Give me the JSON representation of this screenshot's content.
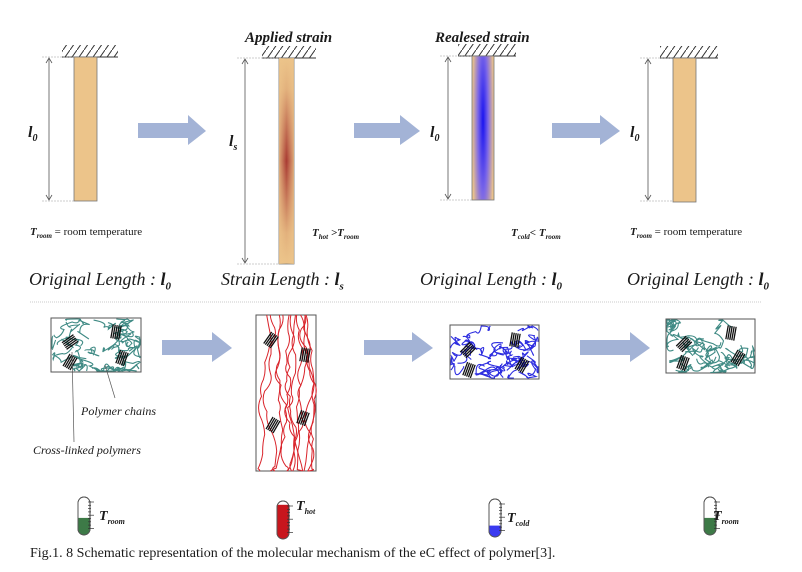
{
  "top_row": {
    "titles": {
      "applied": "Applied strain",
      "released": "Realesed strain"
    },
    "dimension_labels": [
      {
        "main": "l",
        "sub": "0"
      },
      {
        "main": "l",
        "sub": "s"
      },
      {
        "main": "l",
        "sub": "0"
      },
      {
        "main": "l",
        "sub": "0"
      }
    ],
    "temperature_notes": [
      {
        "lhs": "T",
        "lhs_sub": "room",
        "op": " = ",
        "rhs": "room temperature",
        "rhs_sub": ""
      },
      {
        "lhs": "T",
        "lhs_sub": "hot",
        "op": " >",
        "rhs": "T",
        "rhs_sub": "room"
      },
      {
        "lhs": "T",
        "lhs_sub": "cold",
        "op": "< ",
        "rhs": "T",
        "rhs_sub": "room"
      },
      {
        "lhs": "T",
        "lhs_sub": "room",
        "op": " = ",
        "rhs": "room temperature",
        "rhs_sub": ""
      }
    ],
    "length_labels": [
      {
        "text": "Original Length : ",
        "sym": "l",
        "sub": "0"
      },
      {
        "text": "Strain Length : ",
        "sym": "l",
        "sub": "s"
      },
      {
        "text": "Original Length : ",
        "sym": "l",
        "sub": "0"
      },
      {
        "text": "Original Length : ",
        "sym": "l",
        "sub": "0"
      }
    ]
  },
  "bottom_row": {
    "annotations": {
      "polymer_chains": "Polymer chains",
      "cross_linked": "Cross-linked polymers"
    },
    "thermometers": [
      {
        "label": "T",
        "sub": "room",
        "level": 0.45,
        "color": "#3d7a47"
      },
      {
        "label": "T",
        "sub": "hot",
        "level": 0.9,
        "color": "#c8161d"
      },
      {
        "label": "T",
        "sub": "cold",
        "level": 0.3,
        "color": "#3a3af0"
      },
      {
        "label": "T",
        "sub": "room",
        "level": 0.45,
        "color": "#3d7a47"
      }
    ]
  },
  "colors": {
    "bar_fill": "#ecc48a",
    "arrow": "#a3b3d6",
    "chain_room": "#3f8a84",
    "chain_hot": "#d9232a",
    "chain_cold": "#2d2de0"
  },
  "caption": "Fig.1. 8 Schematic representation of the molecular mechanism of the eC effect of polymer[3]."
}
